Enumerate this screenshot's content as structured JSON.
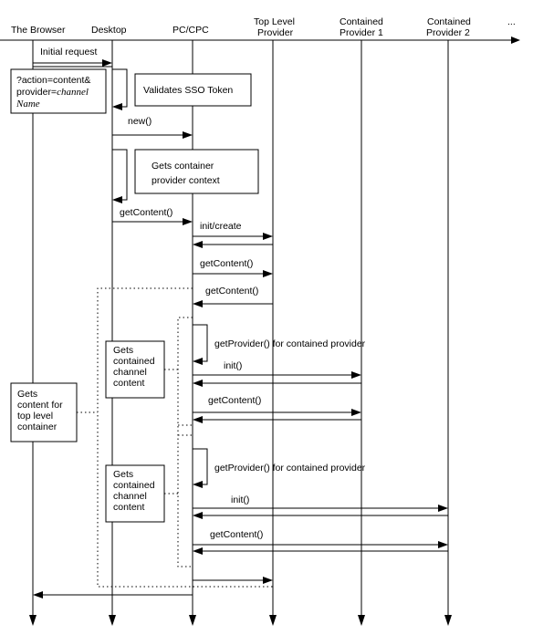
{
  "participants": {
    "browser": "The Browser",
    "desktop": "Desktop",
    "pccpc": "PC/CPC",
    "top_l1": "Top Level",
    "top_l2": "Provider",
    "c1_l1": "Contained",
    "c1_l2": "Provider 1",
    "c2_l1": "Contained",
    "c2_l2": "Provider 2",
    "more": "..."
  },
  "messages": {
    "initial_request": "Initial request",
    "new": "new()",
    "get_content": "getContent()",
    "init_create": "init/create",
    "get_provider": "getProvider() for contained provider",
    "init": "init()"
  },
  "notes": {
    "action_l1": "?action=content&",
    "action_l2a": "provider=",
    "action_l2b": "channel",
    "action_l3": "Name",
    "validates": "Validates SSO Token",
    "gets_ctx_l1": "Gets container",
    "gets_ctx_l2": "provider context",
    "contained_l1": "Gets",
    "contained_l2": "contained",
    "contained_l3": "channel",
    "contained_l4": "content",
    "top_l1": "Gets",
    "top_l2": "content for",
    "top_l3": "top level",
    "top_l4": "container"
  }
}
